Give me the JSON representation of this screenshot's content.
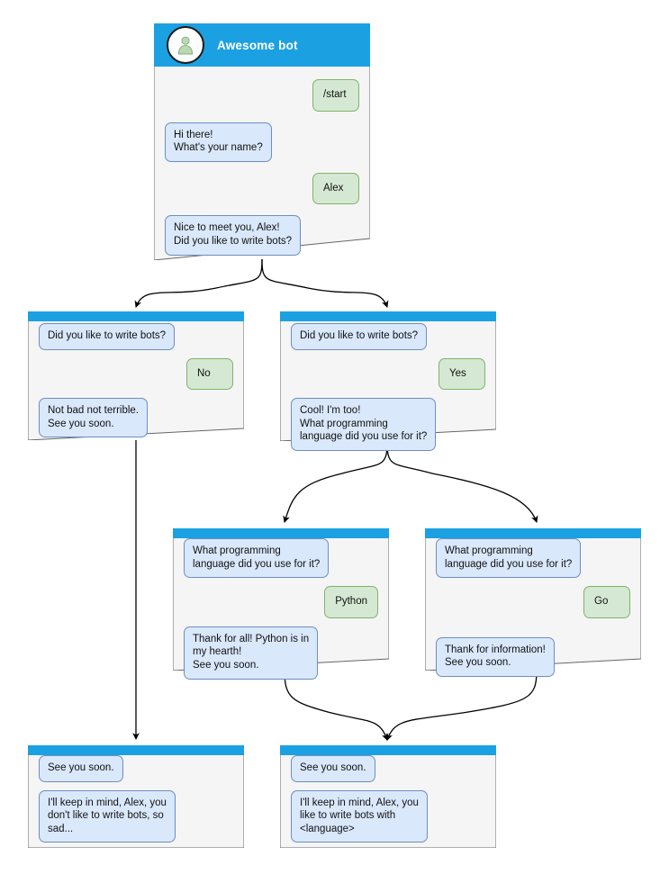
{
  "theme": {
    "header_blue": "#1ba1e2",
    "card_bg": "#f5f5f5",
    "card_border": "#666666",
    "bot_bubble_bg": "#dae8fc",
    "bot_bubble_border": "#6c8ebf",
    "user_bubble_bg": "#d5e8d4",
    "user_bubble_border": "#82b366",
    "avatar_fill": "#b9d8b3",
    "wire_color": "#000000"
  },
  "root_card": {
    "title": "Awesome bot",
    "avatar_icon": "person-avatar-icon",
    "messages": [
      {
        "side": "user",
        "text": "/start"
      },
      {
        "side": "bot",
        "text": "Hi there!\nWhat's your name?"
      },
      {
        "side": "user",
        "text": "Alex"
      },
      {
        "side": "bot",
        "text": "Nice to meet you, Alex!\nDid you like to write bots?"
      }
    ]
  },
  "cards": [
    {
      "id": "card-no",
      "messages": [
        {
          "side": "bot",
          "text": "Did you like to write bots?"
        },
        {
          "side": "user",
          "text": "No"
        },
        {
          "side": "bot",
          "text": "Not bad not terrible.\nSee you soon."
        }
      ]
    },
    {
      "id": "card-yes",
      "messages": [
        {
          "side": "bot",
          "text": "Did you like to write bots?"
        },
        {
          "side": "user",
          "text": "Yes"
        },
        {
          "side": "bot",
          "text": "Cool! I'm too!\nWhat programming\nlanguage did you use for it?"
        }
      ]
    },
    {
      "id": "card-python",
      "messages": [
        {
          "side": "bot",
          "text": "What programming\nlanguage did you use for it?"
        },
        {
          "side": "user",
          "text": "Python"
        },
        {
          "side": "bot",
          "text": "Thank for all! Python is in\nmy hearth!\nSee you soon."
        }
      ]
    },
    {
      "id": "card-go",
      "messages": [
        {
          "side": "bot",
          "text": "What programming\nlanguage did you use for it?"
        },
        {
          "side": "user",
          "text": "Go"
        },
        {
          "side": "bot",
          "text": "Thank for information!\nSee you soon."
        }
      ]
    },
    {
      "id": "card-end-sad",
      "messages": [
        {
          "side": "bot",
          "text": "See you soon."
        },
        {
          "side": "bot",
          "text": "I'll keep in mind, Alex, you\ndon't like to write bots, so\nsad..."
        }
      ]
    },
    {
      "id": "card-end-happy",
      "messages": [
        {
          "side": "bot",
          "text": "See you soon."
        },
        {
          "side": "bot",
          "text": "I'll keep in mind, Alex, you\nlike to write bots with\n<language>"
        }
      ]
    }
  ]
}
